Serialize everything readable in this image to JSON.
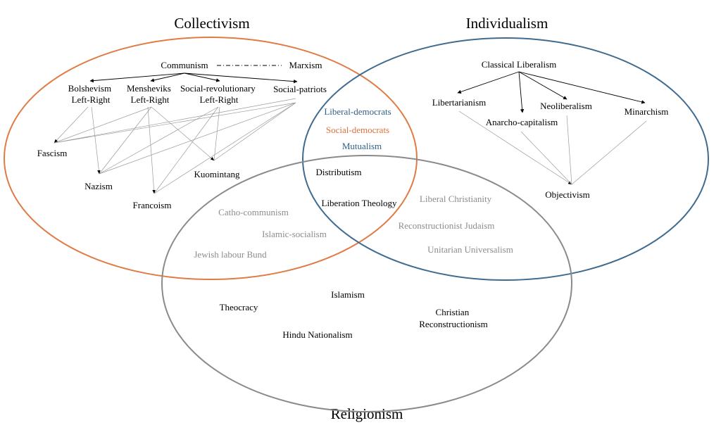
{
  "titles": {
    "collectivism": "Collectivism",
    "individualism": "Individualism",
    "religionism": "Religionism"
  },
  "colors": {
    "collectivism": "#e07b45",
    "individualism": "#3e6b8f",
    "religionism": "#8a8a8a",
    "gray_text": "#8c8c8c",
    "blue_text": "#2e5f8a",
    "orange_text": "#e0703a"
  },
  "collectivism_nodes": {
    "communism": "Communism",
    "marxism": "Marxism",
    "bolshevism": [
      "Bolshevism",
      "Left-Right"
    ],
    "mensheviks": [
      "Mensheviks",
      "Left-Right"
    ],
    "social_revolutionary": [
      "Social-revolutionary",
      "Left-Right"
    ],
    "social_patriots": "Social-patriots",
    "fascism": "Fascism",
    "nazism": "Nazism",
    "francoism": "Francoism",
    "kuomintang": "Kuomintang"
  },
  "individualism_nodes": {
    "classical_liberalism": "Classical Liberalism",
    "libertarianism": "Libertarianism",
    "anarcho_capitalism": "Anarcho-capitalism",
    "neoliberalism": "Neoliberalism",
    "minarchism": "Minarchism",
    "objectivism": "Objectivism"
  },
  "collectivism_individualism": {
    "liberal_democrats": "Liberal-democrats",
    "social_democrats": "Social-democrats",
    "mutualism": "Mutualism"
  },
  "all_three": {
    "distributism": "Distributism",
    "liberation_theology": "Liberation Theology"
  },
  "collectivism_religionism": {
    "catho_communism": "Catho-communism",
    "islamic_socialism": "Islamic-socialism",
    "jewish_labour_bund": "Jewish labour Bund"
  },
  "individualism_religionism": {
    "liberal_christianity": "Liberal Christianity",
    "reconstructionist_judaism": "Reconstructionist Judaism",
    "unitarian_universalism": "Unitarian Universalism"
  },
  "religionism_nodes": {
    "islamism": "Islamism",
    "theocracy": "Theocracy",
    "christian_reconstructionism": [
      "Christian",
      "Reconstructionism"
    ],
    "hindu_nationalism": "Hindu Nationalism"
  }
}
